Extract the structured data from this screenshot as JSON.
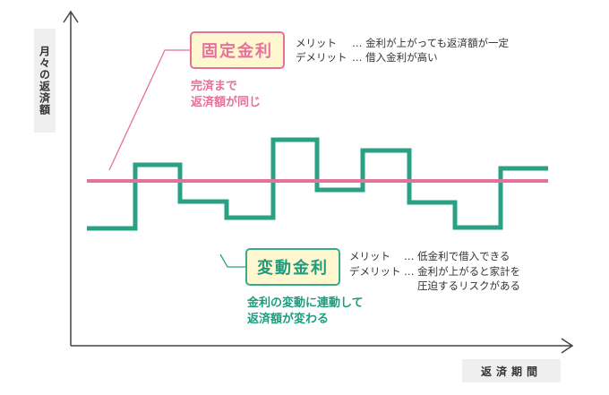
{
  "axes": {
    "y_label": "月々の返済額",
    "x_label": "返済期間"
  },
  "fixed_rate": {
    "title": "固定金利",
    "merit_key": "メリット",
    "merit_text": "… 金利が上がっても返済額が一定",
    "demerit_key": "デメリット",
    "demerit_text": "… 借入金利が高い",
    "sub_line1": "完済まで",
    "sub_line2": "返済額が同じ",
    "color": "#e5729b"
  },
  "variable_rate": {
    "title": "変動金利",
    "merit_key": "メリット",
    "merit_text": "… 低金利で借入できる",
    "demerit_key": "デメリット",
    "demerit_text_line1": "… 金利が上がると家計を",
    "demerit_text_line2": "圧迫するリスクがある",
    "sub_line1": "金利の変動に連動して",
    "sub_line2": "返済額が変わる",
    "color": "#2aa184"
  }
}
